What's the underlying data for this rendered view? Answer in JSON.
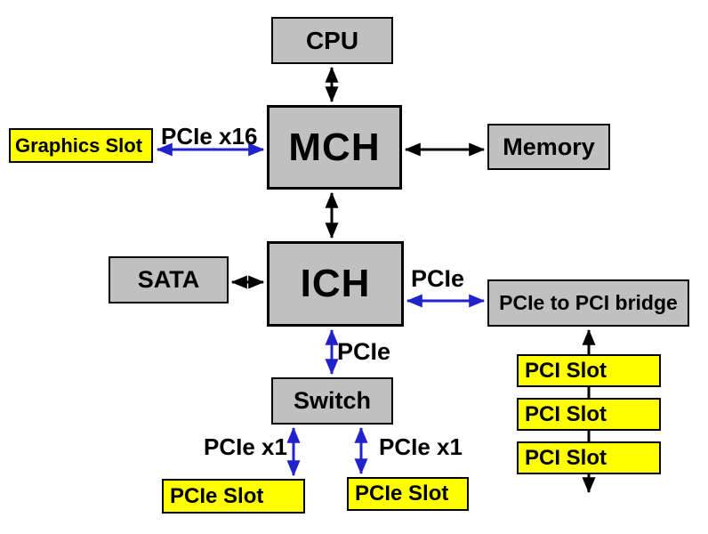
{
  "diagram": {
    "type": "block-diagram",
    "subject": "Motherboard chipset architecture",
    "colors": {
      "background": "#ffffff",
      "chip_fill": "#c0c0c0",
      "slot_fill": "#ffff00",
      "border": "#000000",
      "bus_arrow": "#000000",
      "pcie_arrow": "#2222cc",
      "text": "#000000"
    },
    "nodes": {
      "cpu": "CPU",
      "mch": "MCH",
      "ich": "ICH",
      "memory": "Memory",
      "graphics_slot": "Graphics Slot",
      "sata": "SATA",
      "switch": "Switch",
      "bridge": "PCIe to PCI bridge",
      "pcie_slot_left": "PCIe Slot",
      "pcie_slot_right": "PCIe Slot",
      "pci_slot_1": "PCI Slot",
      "pci_slot_2": "PCI Slot",
      "pci_slot_3": "PCI Slot"
    },
    "edge_labels": {
      "mch_graphics": "PCIe x16",
      "ich_bridge": "PCIe",
      "ich_switch": "PCIe",
      "switch_slot_left": "PCIe x1",
      "switch_slot_right": "PCIe x1"
    },
    "edges": [
      {
        "from": "cpu",
        "to": "mch",
        "style": "black-double-arrow"
      },
      {
        "from": "mch",
        "to": "ich",
        "style": "black-double-arrow"
      },
      {
        "from": "mch",
        "to": "memory",
        "style": "black-double-arrow"
      },
      {
        "from": "sata",
        "to": "ich",
        "style": "black-double-arrow"
      },
      {
        "from": "graphics_slot",
        "to": "mch",
        "style": "blue-double-arrow",
        "label": "PCIe x16"
      },
      {
        "from": "ich",
        "to": "bridge",
        "style": "blue-double-arrow",
        "label": "PCIe"
      },
      {
        "from": "ich",
        "to": "switch",
        "style": "blue-double-arrow",
        "label": "PCIe"
      },
      {
        "from": "switch",
        "to": "pcie_slot_left",
        "style": "blue-double-arrow",
        "label": "PCIe x1"
      },
      {
        "from": "switch",
        "to": "pcie_slot_right",
        "style": "blue-double-arrow",
        "label": "PCIe x1"
      },
      {
        "from": "bridge",
        "to": "pci_slots_chain",
        "style": "black-double-arrow"
      }
    ]
  }
}
